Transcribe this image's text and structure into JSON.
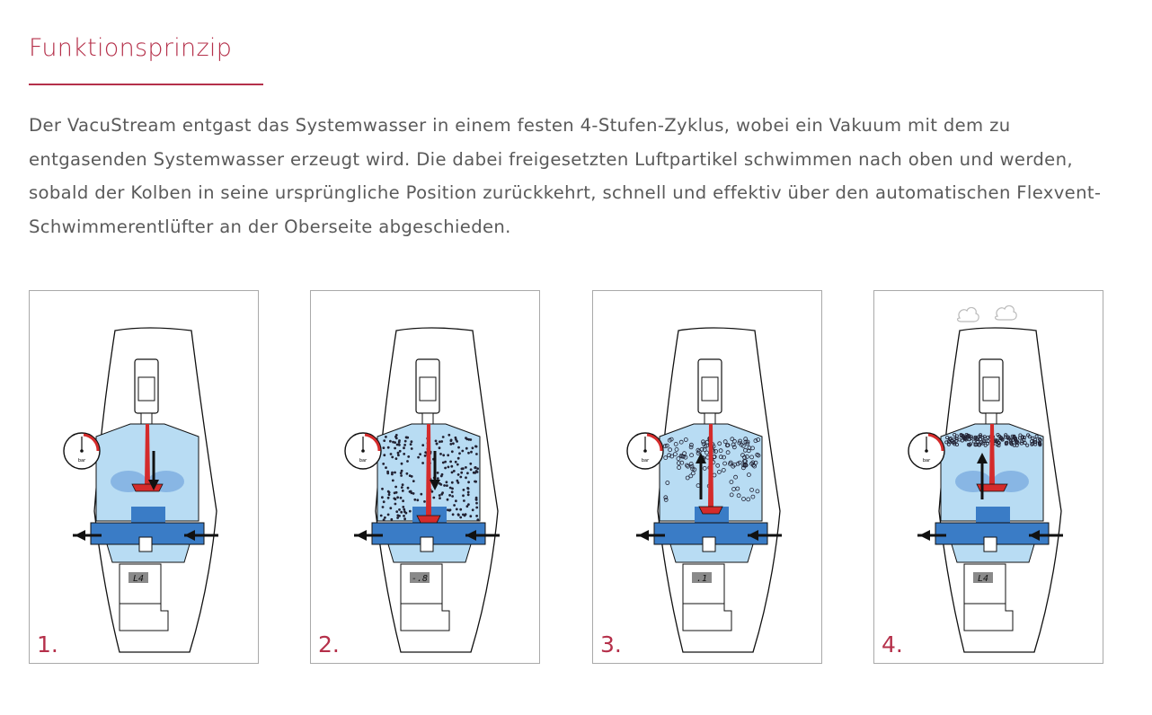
{
  "header": {
    "title": "Funktionsprinzip"
  },
  "intro": "Der VacuStream entgast das Systemwasser in einem festen 4-Stufen-Zyklus, wobei ein Vakuum mit dem zu entgasenden Systemwasser erzeugt wird. Die dabei freigesetzten Luftpartikel schwimmen nach oben und werden, sobald der Kolben in seine ursprüngliche Position zurückkehrt, schnell und effektiv über den automatischen Flexvent-Schwimmerentlüfter an der Oberseite abgeschieden.",
  "colors": {
    "accent": "#b5304a",
    "water_light": "#b8dcf3",
    "water_dark": "#3a7cc6",
    "piston": "#d42b2b"
  },
  "gauge_unit": "bar",
  "steps": [
    {
      "label": "1.",
      "display": "L4",
      "piston": "down-arrow",
      "bubbles": "none",
      "vent": false
    },
    {
      "label": "2.",
      "display": "-.8",
      "piston": "down-arrow",
      "bubbles": "dispersed",
      "vent": false
    },
    {
      "label": "3.",
      "display": ".1",
      "piston": "up-arrow",
      "bubbles": "rising",
      "vent": false
    },
    {
      "label": "4.",
      "display": "L4",
      "piston": "up-arrow",
      "bubbles": "top",
      "vent": true
    }
  ]
}
